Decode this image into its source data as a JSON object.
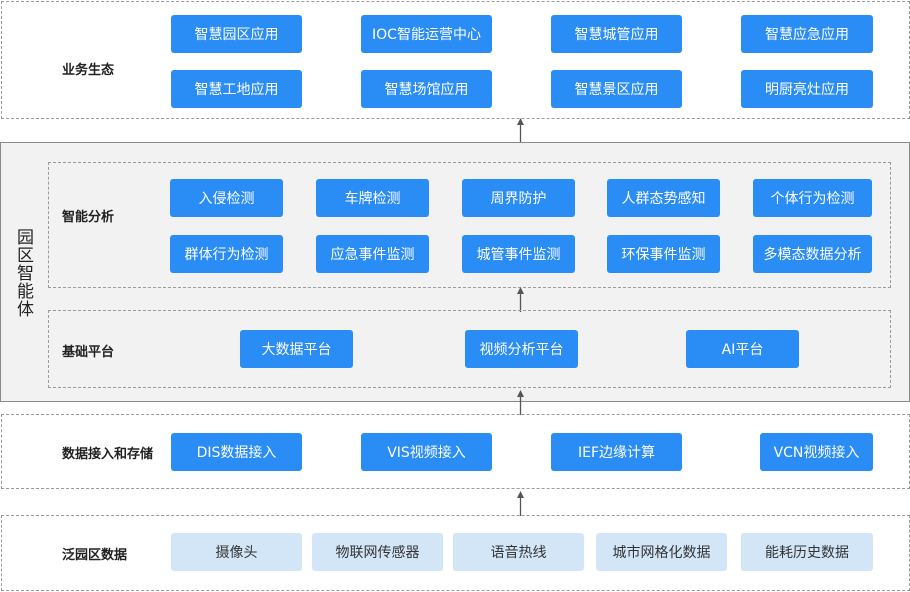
{
  "ecosystem": {
    "label": "业务生态",
    "items": [
      "智慧园区应用",
      "IOC智能运营中心",
      "智慧城管应用",
      "智慧应急应用",
      "智慧工地应用",
      "智慧场馆应用",
      "智慧景区应用",
      "明厨亮灶应用"
    ]
  },
  "agent": {
    "label": "园区智能体",
    "analysis": {
      "label": "智能分析",
      "items": [
        "入侵检测",
        "车牌检测",
        "周界防护",
        "人群态势感知",
        "个体行为检测",
        "群体行为检测",
        "应急事件监测",
        "城管事件监测",
        "环保事件监测",
        "多模态数据分析"
      ]
    },
    "platform": {
      "label": "基础平台",
      "items": [
        "大数据平台",
        "视频分析平台",
        "AI平台"
      ]
    }
  },
  "access": {
    "label": "数据接入和存储",
    "items": [
      "DIS数据接入",
      "VIS视频接入",
      "IEF边缘计算",
      "VCN视频接入"
    ]
  },
  "source": {
    "label": "泛园区数据",
    "items": [
      "摄像头",
      "物联网传感器",
      "语音热线",
      "城市网格化数据",
      "能耗历史数据"
    ]
  },
  "colors": {
    "primary_button": "#2a8cf5",
    "data_button": "#d3e6f8",
    "agent_background": "#f2f2f2"
  }
}
